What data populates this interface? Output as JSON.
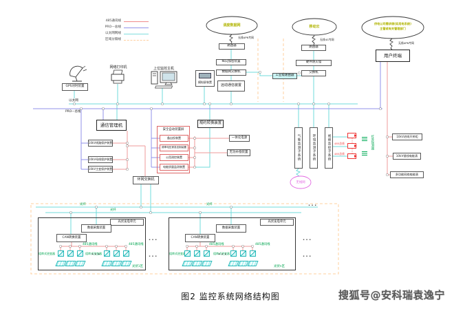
{
  "legend": {
    "items": [
      {
        "label": "485通讯线",
        "color": "#f08a8a",
        "style": "solid"
      },
      {
        "label": "PRO—总线",
        "color": "#9191ea",
        "style": "solid"
      },
      {
        "label": "以太网网线",
        "color": "#7fdede",
        "style": "solid"
      },
      {
        "label": "区域分隔线",
        "color": "#ffcf9e",
        "style": "dashed"
      }
    ]
  },
  "clouds": {
    "dispatch": {
      "label": "调度数据网",
      "link": "无线APN专网"
    },
    "mobile": {
      "label": "移动云",
      "link": "无线4G专网"
    },
    "utility": {
      "l1": "供电公司需求侧(如用电系统)",
      "l2": "主管或有关管理部门",
      "link": "无线APN专网"
    },
    "wireless": "无线网"
  },
  "top_devices": {
    "router1": "路由器",
    "encrypt": "纵向加密装置",
    "net_switch": "数据网交换机",
    "telecontrol": "远动通信装置",
    "industrial_router": "工业级路由器",
    "router2": "路由器",
    "firewall": "硬件防火墙",
    "switch2": "交换机",
    "user_terminal": "用户终端"
  },
  "lan": {
    "gps": "GPS对时装置",
    "printer": "网络打印机",
    "host": "上位监控主机",
    "mimic": "模拟屏装置"
  },
  "bus": {
    "ethernet": "以太网",
    "pro": "PRO—总线"
  },
  "station": {
    "comm_manager": "通信管理机",
    "protections": [
      "10kV线路保护装置",
      "10kV母线保护装置",
      "10kV主变保护装置"
    ],
    "safety_panel": {
      "title": "安全自动装置屏",
      "items": [
        "备自投装置",
        "频率电压紧急控制装置",
        "公用测控装置",
        "电能质量监测装置"
      ]
    },
    "protocol_converter": "规约转换装置",
    "power_supply": "一体化电源",
    "reactive_comp": "无功补偿装置",
    "ring_switch": "环网交换机"
  },
  "subsystems": {
    "weather": "气象监测子系统",
    "environment": "环境监测子系统",
    "video": "视频监控子系统",
    "camera_note": "红外探测器",
    "bus485_a": "485总线",
    "bus485_b": "485总线"
  },
  "meters": [
    "10kV进线开关柜",
    "10kV馈线电能表",
    "多功能网络电能表"
  ],
  "pv": {
    "fiber_label": "光纤",
    "dots": "···",
    "units": [
      {
        "title": "光伏发电单元",
        "collector": "数据采集装置",
        "can": "CAN转换装置",
        "bus_label": "485通讯线",
        "inverter_label": "组串式逆变器",
        "zone": "光伏1区"
      },
      {
        "title": "光伏发电单元",
        "collector": "数据采集装置",
        "can": "CAN转换装置",
        "bus_label": "485通讯线",
        "inverter_label": "组串式逆变器",
        "zone": "光伏n区"
      }
    ]
  },
  "caption": "图2  监控系统网络结构图",
  "watermark": "搜狐号@安科瑞袁逸宁"
}
